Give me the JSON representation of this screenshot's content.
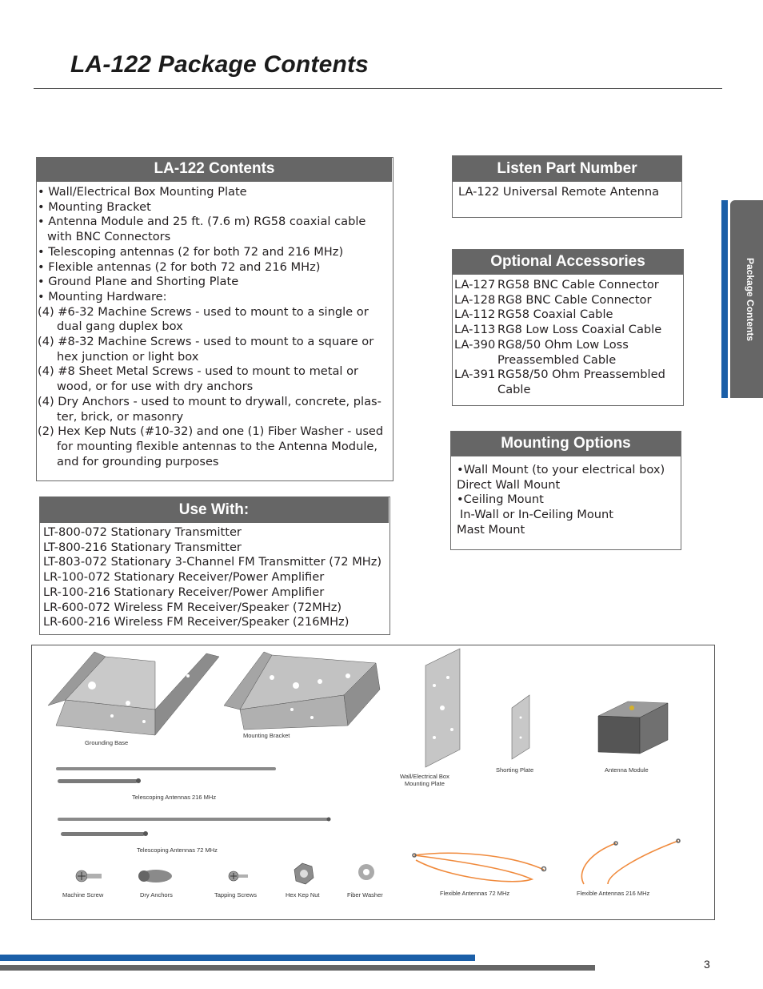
{
  "title": "LA-122 Package Contents",
  "contents": {
    "heading": "LA-122 Contents",
    "lines": [
      "• Wall/Electrical Box Mounting Plate",
      "• Mounting Bracket",
      "• Antenna Module and 25 ft. (7.6 m) RG58 coaxial cable",
      "with BNC Connectors",
      "• Telescoping antennas (2 for both 72 and 216 MHz)",
      "• Flexible antennas (2 for both 72 and 216 MHz)",
      "• Ground Plane and Shorting Plate",
      "• Mounting Hardware:",
      "(4) #6-32 Machine Screws - used to mount to a single or",
      "dual gang duplex box",
      "(4) #8-32 Machine Screws - used to mount to a square or",
      "hex junction or light box",
      "(4) #8 Sheet Metal Screws - used to mount to metal or",
      "wood, or for use with dry anchors",
      "(4) Dry Anchors - used to mount to drywall, concrete, plas-",
      "ter, brick, or masonry",
      "(2) Hex Kep Nuts (#10-32) and one (1) Fiber Washer - used",
      "for mounting flexible antennas to the Antenna Module,",
      "and for grounding purposes"
    ]
  },
  "use_with": {
    "heading": "Use With:",
    "lines": [
      "LT-800-072 Stationary Transmitter",
      "LT-800-216 Stationary Transmitter",
      "LT-803-072 Stationary 3-Channel FM Transmitter (72 MHz)",
      "LR-100-072 Stationary Receiver/Power Amplifier",
      "LR-100-216 Stationary Receiver/Power Amplifier",
      "LR-600-072 Wireless FM Receiver/Speaker (72MHz)",
      "LR-600-216 Wireless FM Receiver/Speaker (216MHz)"
    ]
  },
  "part_number": {
    "heading": "Listen Part Number",
    "value": "LA-122 Universal Remote Antenna"
  },
  "accessories": {
    "heading": "Optional Accessories",
    "items": [
      {
        "code": "LA-127",
        "desc": "RG58 BNC Cable Connector"
      },
      {
        "code": "LA-128",
        "desc": "RG8 BNC Cable Connector"
      },
      {
        "code": "LA-112",
        "desc": "RG58 Coaxial Cable"
      },
      {
        "code": "LA-113",
        "desc": "RG8 Low Loss Coaxial Cable"
      },
      {
        "code": "LA-390",
        "desc": "RG8/50 Ohm Low Loss",
        "desc2": "Preassembled Cable"
      },
      {
        "code": "LA-391",
        "desc": "RG58/50 Ohm Preassembled",
        "desc2": "Cable"
      }
    ]
  },
  "mounting": {
    "heading": "Mounting Options",
    "lines": [
      "•Wall Mount (to your electrical box)",
      "Direct Wall Mount",
      "•Ceiling Mount",
      "In-Wall or In-Ceiling Mount",
      "Mast Mount"
    ]
  },
  "side_tab": "Package Contents",
  "parts": {
    "grounding_base": "Grounding Base",
    "mounting_bracket": "Mounting Bracket",
    "wall_plate_1": "Wall/Electrical Box",
    "wall_plate_2": "Mounting Plate",
    "shorting_plate": "Shorting Plate",
    "antenna_module": "Antenna Module",
    "tele_216": "Telescoping Antennas 216 MHz",
    "tele_72": "Telescoping Antennas 72 MHz",
    "machine_screw": "Machine Screw",
    "dry_anchors": "Dry Anchors",
    "tapping_screws": "Tapping Screws",
    "hex_kep_nut": "Hex Kep Nut",
    "fiber_washer": "Fiber Washer",
    "flex_72": "Flexible Antennas 72 MHz",
    "flex_216": "Flexible Antennas 216 MHz"
  },
  "page_number": "3",
  "colors": {
    "header_gray": "#666666",
    "accent_blue": "#1b5fa8",
    "cable_orange": "#f08a3c"
  }
}
